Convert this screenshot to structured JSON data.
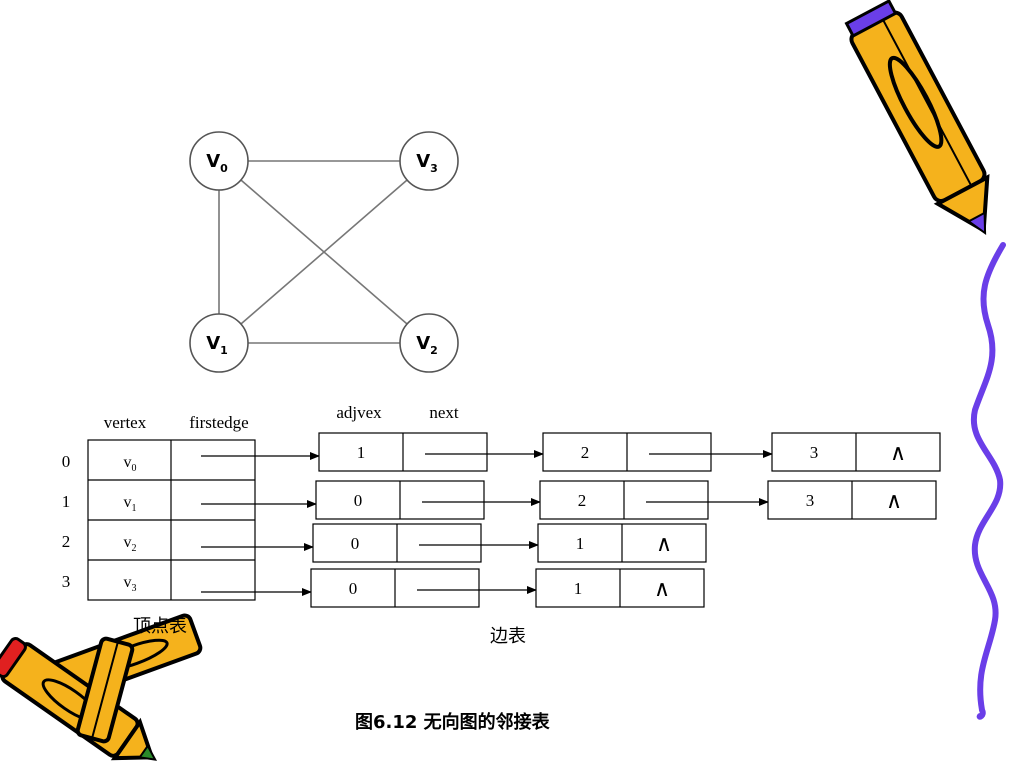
{
  "graph": {
    "vertices": [
      {
        "id": "v0",
        "base": "V",
        "sub": "0"
      },
      {
        "id": "v1",
        "base": "V",
        "sub": "1"
      },
      {
        "id": "v2",
        "base": "V",
        "sub": "2"
      },
      {
        "id": "v3",
        "base": "V",
        "sub": "3"
      }
    ],
    "edges": [
      [
        "v0",
        "v3"
      ],
      [
        "v0",
        "v1"
      ],
      [
        "v0",
        "v2"
      ],
      [
        "v1",
        "v3"
      ],
      [
        "v1",
        "v2"
      ]
    ]
  },
  "vertex_table": {
    "headers": {
      "vertex": "vertex",
      "firstedge": "firstedge"
    },
    "rows": [
      {
        "index": "0",
        "base": "v",
        "sub": "0"
      },
      {
        "index": "1",
        "base": "v",
        "sub": "1"
      },
      {
        "index": "2",
        "base": "v",
        "sub": "2"
      },
      {
        "index": "3",
        "base": "v",
        "sub": "3"
      }
    ],
    "label": "顶点表"
  },
  "edge_table": {
    "headers": {
      "adjvex": "adjvex",
      "next": "next"
    },
    "rows": [
      [
        "1",
        "2",
        "3"
      ],
      [
        "0",
        "2",
        "3"
      ],
      [
        "0",
        "1"
      ],
      [
        "0",
        "1"
      ]
    ],
    "null_symbol": "∧",
    "label": "边表"
  },
  "caption": "图6.12  无向图的邻接表",
  "colors": {
    "pencil_body": "#f5b21c",
    "pencil_tip": "#6a3ee8",
    "squiggle": "#6a3ee8",
    "pencil_eraser": "#e02020"
  }
}
